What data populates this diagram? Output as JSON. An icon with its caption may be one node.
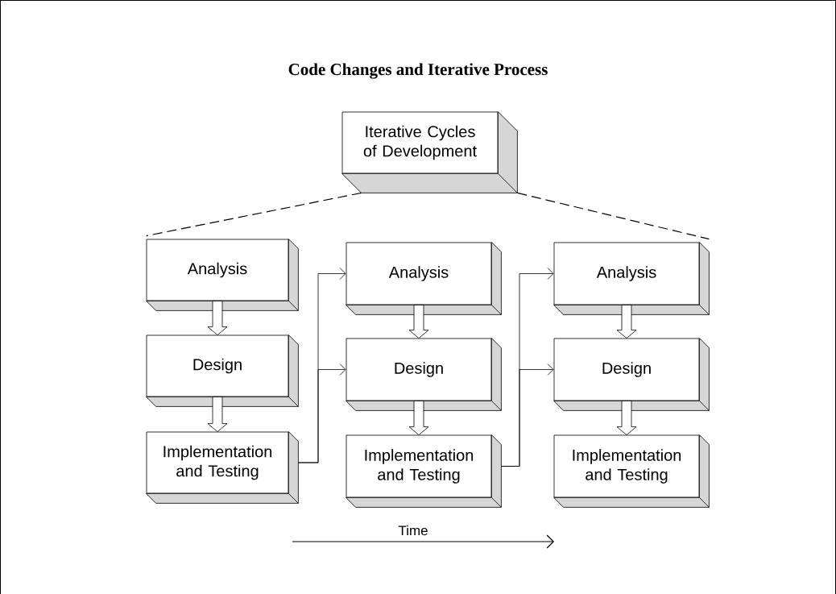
{
  "diagram": {
    "title": "Code Changes and Iterative Process",
    "nodes": [
      {
        "text": [
          "Iterative Cycles of Development"
        ]
      },
      {
        "text": [
          "Analysis"
        ]
      },
      {
        "text": [
          "Design"
        ]
      },
      {
        "text": [
          "Implementation and Testing"
        ]
      },
      {
        "text": [
          "Analysis"
        ]
      },
      {
        "text": [
          "Design"
        ]
      },
      {
        "text": [
          "Implementation and Testing"
        ]
      },
      {
        "text": [
          "Analysis"
        ]
      },
      {
        "text": [
          "Design"
        ]
      },
      {
        "text": [
          "Implementation and Testing"
        ]
      }
    ],
    "edges": [
      {
        "from": 0,
        "to": 1,
        "arrow": "none",
        "style": "dashed"
      },
      {
        "from": 0,
        "to": 7,
        "arrow": "none",
        "style": "dashed"
      },
      {
        "from": 1,
        "to": 2,
        "arrow": "to",
        "style": "thick"
      },
      {
        "from": 2,
        "to": 3,
        "arrow": "to",
        "style": "thick"
      },
      {
        "from": 4,
        "to": 5,
        "arrow": "to",
        "style": "thick"
      },
      {
        "from": 5,
        "to": 6,
        "arrow": "to",
        "style": "thick"
      },
      {
        "from": 7,
        "to": 8,
        "arrow": "to",
        "style": "thick"
      },
      {
        "from": 8,
        "to": 9,
        "arrow": "to",
        "style": "thick"
      },
      {
        "from": 3,
        "to": 4,
        "arrow": "to"
      },
      {
        "from": 3,
        "to": 5,
        "arrow": "to"
      },
      {
        "from": 6,
        "to": 7,
        "arrow": "to"
      },
      {
        "from": 6,
        "to": 8,
        "arrow": "to"
      }
    ],
    "labels": [
      "Time"
    ]
  }
}
